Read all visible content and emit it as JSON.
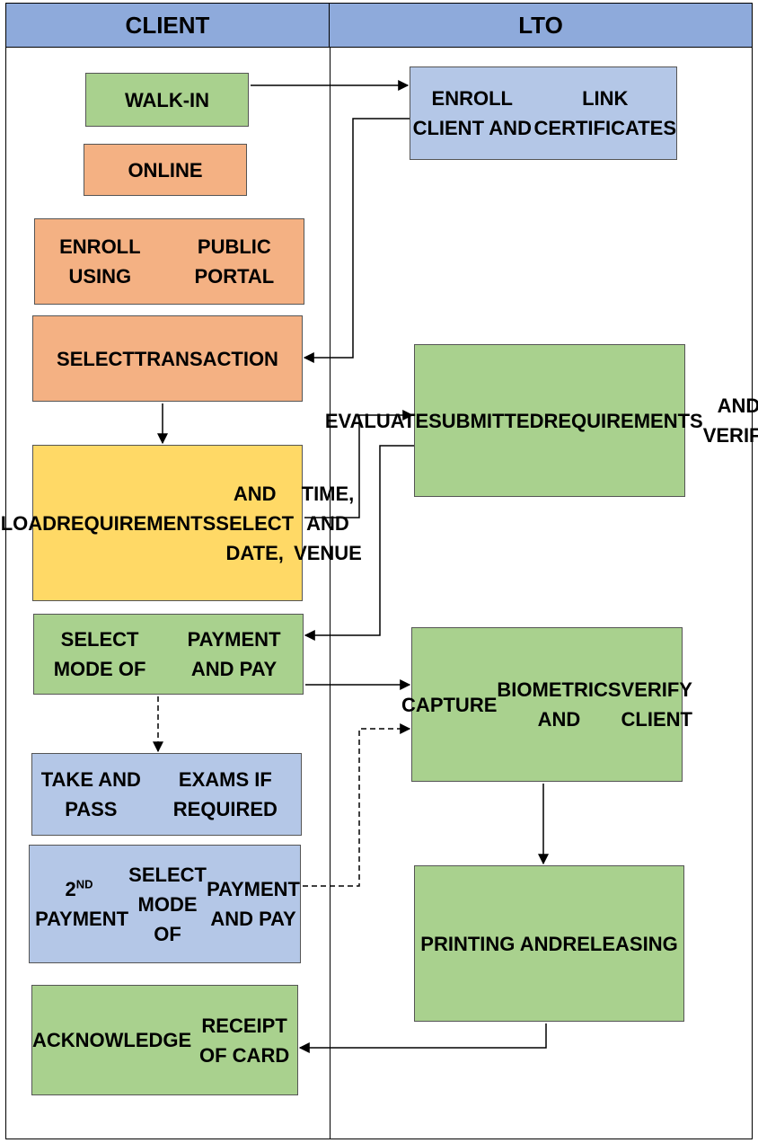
{
  "header": {
    "client": "CLIENT",
    "lto": "LTO"
  },
  "nodes": {
    "walk_in": [
      "WALK-IN"
    ],
    "online": [
      "ONLINE"
    ],
    "enroll_portal": [
      "ENROLL USING",
      "PUBLIC PORTAL"
    ],
    "select_transaction": [
      "SELECT",
      "TRANSACTION"
    ],
    "upload": [
      "UPLOAD",
      "REQUIREMENTS",
      "AND SELECT DATE,",
      "TIME, AND VENUE"
    ],
    "select_mode_payment": [
      "SELECT MODE OF",
      "PAYMENT AND PAY"
    ],
    "take_exams": [
      "TAKE AND PASS",
      "EXAMS IF REQUIRED"
    ],
    "second_payment": {
      "num": "2",
      "sup": "ND",
      "word": " PAYMENT",
      "lines": [
        "SELECT MODE OF",
        "PAYMENT AND PAY"
      ]
    },
    "acknowledge": [
      "ACKNOWLEDGE",
      "RECEIPT OF CARD"
    ],
    "enroll_client": [
      "ENROLL CLIENT AND",
      "LINK CERTIFICATES"
    ],
    "evaluate": [
      "EVALUATE",
      "SUBMITTED",
      "REQUIREMENTS",
      "AND VERIFY"
    ],
    "capture": [
      "CAPTURE",
      "BIOMETRICS AND",
      "VERIFY CLIENT"
    ],
    "printing": [
      "PRINTING AND",
      "RELEASING"
    ]
  },
  "colors": {
    "header": "#8eaadb",
    "green": "#a9d18e",
    "orange": "#f4b183",
    "blue": "#b4c7e7",
    "yellow": "#ffd966"
  }
}
